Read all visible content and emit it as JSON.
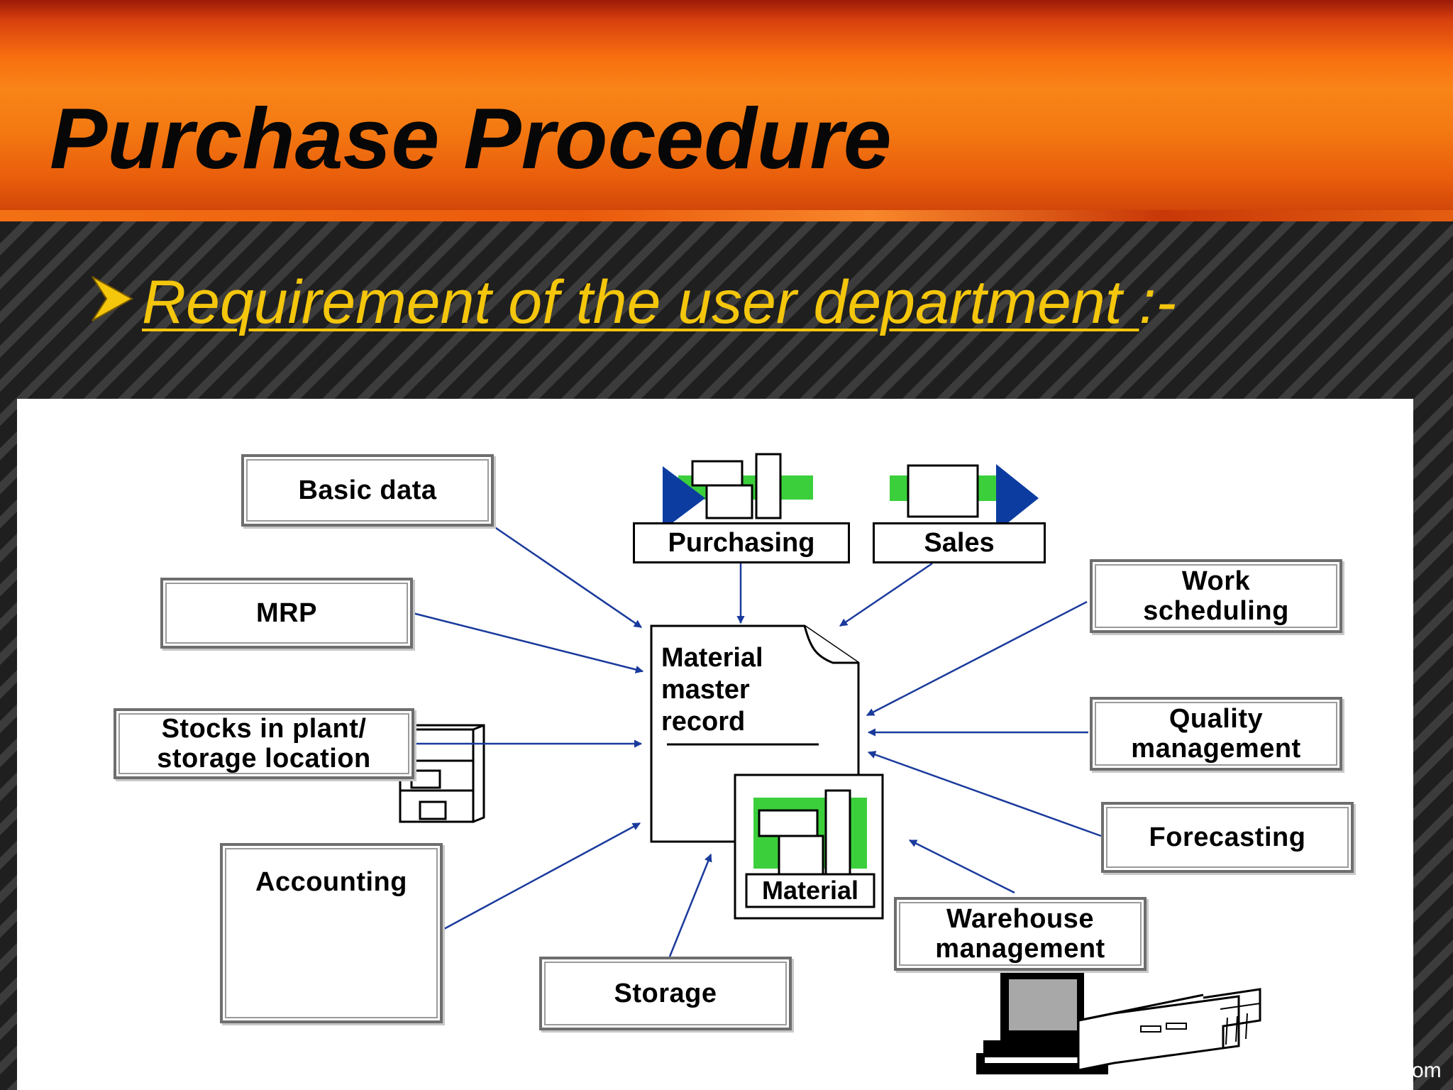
{
  "title": "Purchase Procedure",
  "bullet": {
    "text": "Requirement of the user department ",
    "suffix": ":-"
  },
  "diagram": {
    "center": "Material master record",
    "center_lines": [
      "Material",
      "master",
      "record"
    ],
    "material_label": "Material",
    "nodes": {
      "basic_data": "Basic data",
      "mrp": "MRP",
      "stocks": "Stocks in plant/\nstorage location",
      "accounting": "Accounting",
      "storage": "Storage",
      "purchasing": "Purchasing",
      "sales": "Sales",
      "work_scheduling": "Work\nscheduling",
      "quality_management": "Quality\nmanagement",
      "forecasting": "Forecasting",
      "warehouse_management": "Warehouse\nmanagement"
    }
  },
  "footer": "om",
  "colors": {
    "header_orange": "#f47a12",
    "title_text": "#070707",
    "bullet_yellow": "#f4c60c",
    "arrow_blue": "#1a3a9c",
    "icon_green": "#3ccf3c",
    "icon_blue": "#0c3ca0"
  }
}
